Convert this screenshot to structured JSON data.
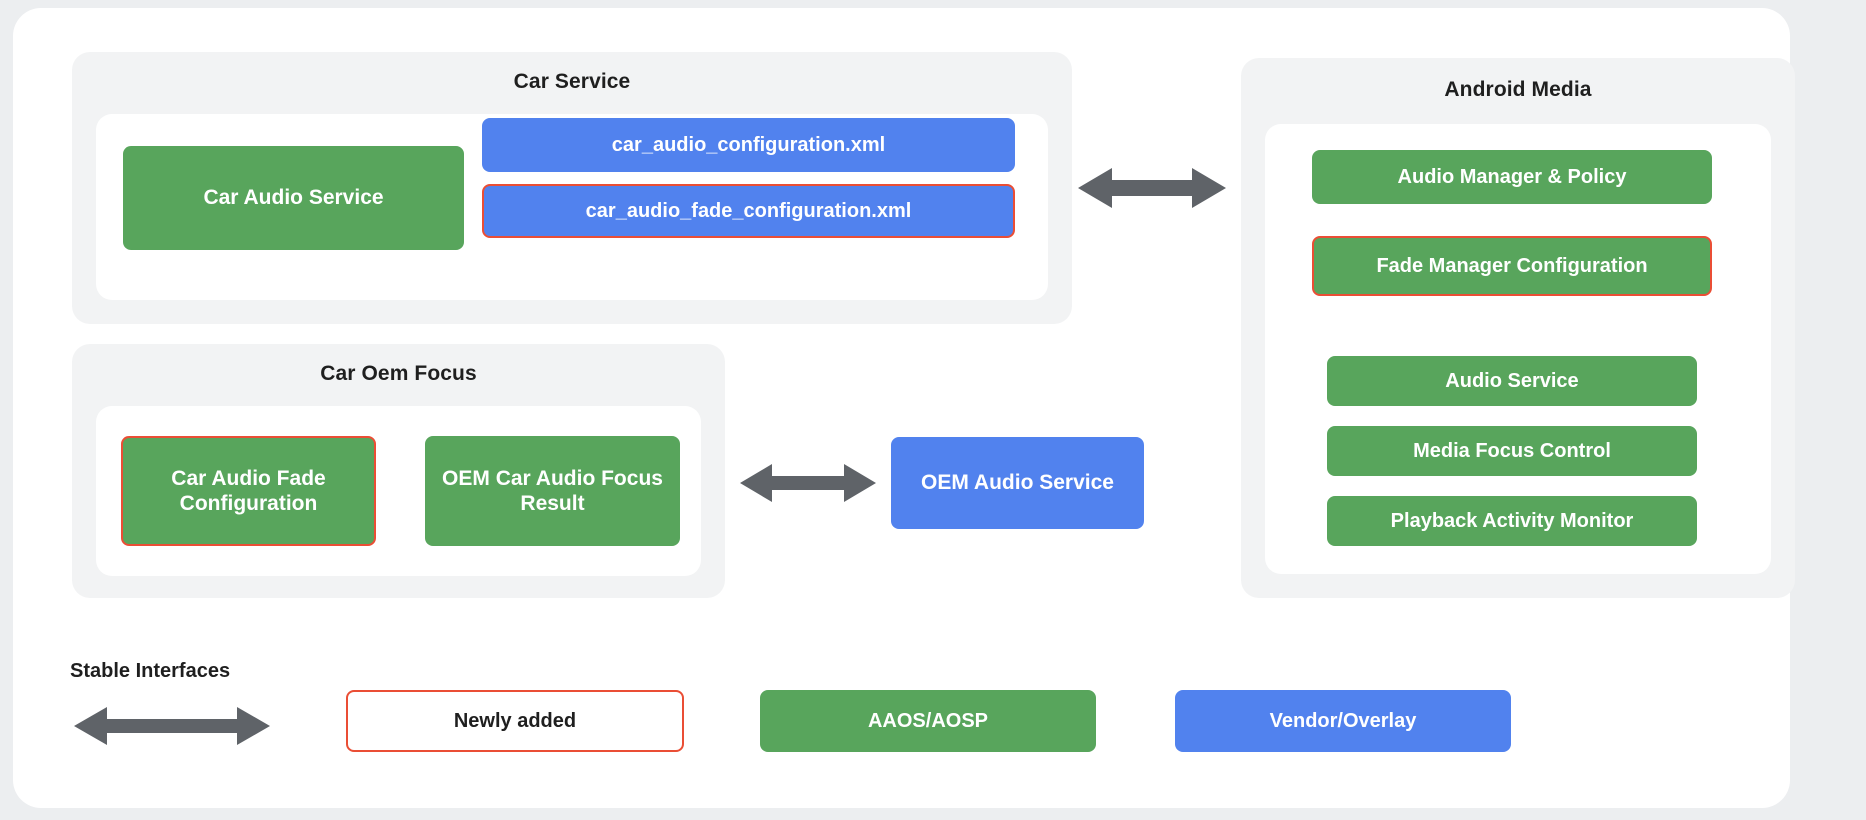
{
  "diagram": {
    "title_visible": false,
    "colors": {
      "green": "#58a55c",
      "blue": "#5182ee",
      "newly_added_outline": "#ea4e35",
      "panel_background": "#f2f3f4",
      "card_background": "#ffffff",
      "page_background": "#eceef0",
      "arrow": "#5f6368",
      "text_dark": "#1f1f1f"
    }
  },
  "groups": {
    "car_service": {
      "title": "Car Service",
      "nodes": {
        "car_audio_service": "Car Audio Service",
        "car_audio_configuration_xml": "car_audio_configuration.xml",
        "car_audio_fade_configuration_xml": "car_audio_fade_configuration.xml"
      }
    },
    "car_oem_focus": {
      "title": "Car Oem Focus",
      "nodes": {
        "car_audio_fade_configuration": "Car Audio Fade Configuration",
        "oem_car_audio_focus_result": "OEM Car Audio Focus Result"
      }
    },
    "android_media": {
      "title": "Android Media",
      "nodes": {
        "audio_manager_policy": "Audio Manager & Policy",
        "fade_manager_configuration": "Fade Manager Configuration",
        "audio_service": "Audio Service",
        "media_focus_control": "Media Focus Control",
        "playback_activity_monitor": "Playback Activity Monitor"
      }
    }
  },
  "standalone": {
    "oem_audio_service": "OEM Audio Service"
  },
  "connections": [
    {
      "name": "car-service-to-android-media",
      "from": "Car Service",
      "to": "Android Media",
      "style": "double-arrow"
    },
    {
      "name": "car-oem-focus-to-oem-audio-service",
      "from": "Car Oem Focus",
      "to": "OEM Audio Service",
      "style": "double-arrow"
    }
  ],
  "legend": {
    "stable_interfaces_label": "Stable Interfaces",
    "items": [
      {
        "label": "Newly added",
        "style": "outline"
      },
      {
        "label": "AAOS/AOSP",
        "style": "green"
      },
      {
        "label": "Vendor/Overlay",
        "style": "blue"
      }
    ]
  }
}
